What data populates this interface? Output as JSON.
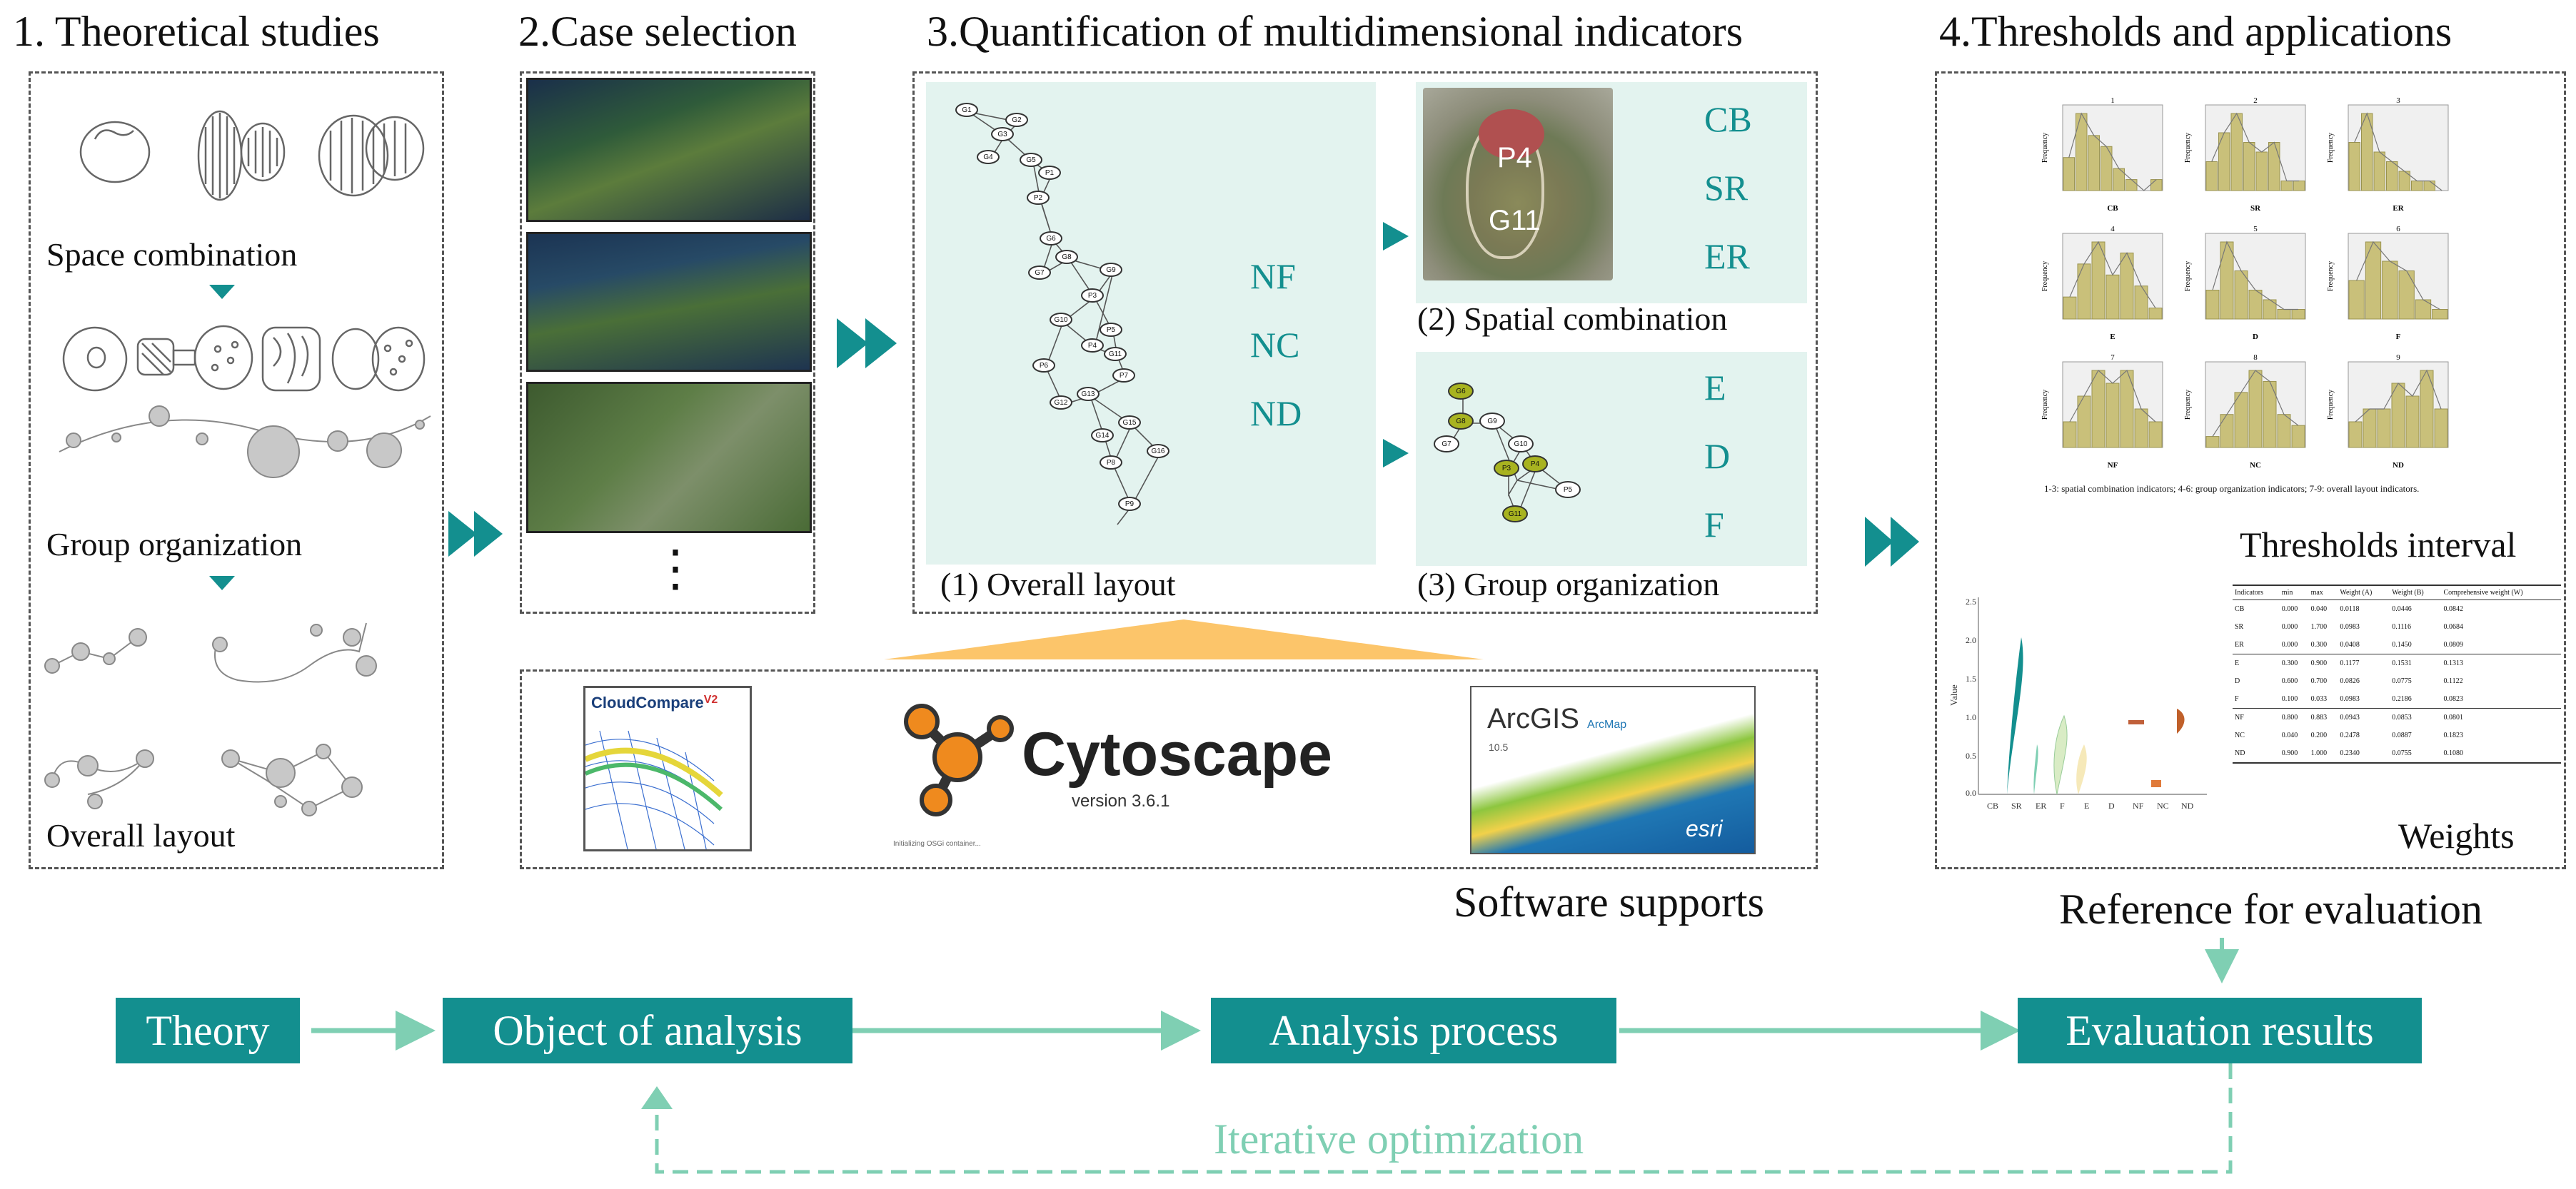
{
  "headers": {
    "theory": "1. Theoretical studies",
    "cases": "2.Case selection",
    "quant": "3.Quantification of multidimensional indicators",
    "thresholds": "4.Thresholds and applications"
  },
  "theory_panel": {
    "space_combination": "Space combination",
    "group_organization": "Group organization",
    "overall_layout": "Overall layout"
  },
  "case_panel": {
    "more": "⋮"
  },
  "quant_panel": {
    "overall_layout_caption": "(1) Overall layout",
    "spatial_combination_caption": "(2) Spatial combination",
    "group_organization_caption": "(3) Group organization",
    "layout_indicators": [
      "NF",
      "NC",
      "ND"
    ],
    "spatial_indicators": [
      "CB",
      "SR",
      "ER"
    ],
    "group_indicators": [
      "E",
      "D",
      "F"
    ],
    "map_labels": [
      "P4",
      "G11"
    ],
    "network_nodes": [
      "G1",
      "G2",
      "G3",
      "G4",
      "G5",
      "P1",
      "P2",
      "G6",
      "G7",
      "G8",
      "P3",
      "G9",
      "G10",
      "P4",
      "P5",
      "G11",
      "P6",
      "P7",
      "G12",
      "G13",
      "G15",
      "G14",
      "P8",
      "G16",
      "P9"
    ]
  },
  "software": {
    "title": "Software supports",
    "cloudcompare": {
      "name": "CloudCompare",
      "version": "V2"
    },
    "cytoscape": {
      "name": "Cytoscape",
      "version": "version 3.6.1",
      "status": "Initializing OSGi container..."
    },
    "arcgis": {
      "name": "ArcGIS",
      "product": "ArcMap",
      "version": "10.5",
      "brand": "esri"
    }
  },
  "thresholds_panel": {
    "thresholds_interval": "Thresholds interval",
    "weights": "Weights",
    "histogram_ids": [
      "1",
      "2",
      "3",
      "4",
      "5",
      "6",
      "7",
      "8",
      "9"
    ],
    "histogram_xlabels": [
      "CB",
      "SR",
      "ER",
      "E",
      "D",
      "F",
      "NF",
      "NC",
      "ND"
    ],
    "histogram_caption": "1-3: spatial combination indicators; 4-6: group organization indicators; 7-9: overall layout indicators.",
    "violin_ylabel": "Value",
    "violin_categories": [
      "CB",
      "SR",
      "ER",
      "F",
      "E",
      "D",
      "NF",
      "NC",
      "ND"
    ]
  },
  "weights_table": {
    "columns": [
      "Indicators",
      "min",
      "max",
      "Weight (A)",
      "Weight (B)",
      "Comprehensive weight (W)"
    ],
    "rows": [
      [
        "CB",
        "0.000",
        "0.040",
        "0.0118",
        "0.0446",
        "0.0842"
      ],
      [
        "SR",
        "0.000",
        "1.700",
        "0.0983",
        "0.1116",
        "0.0684"
      ],
      [
        "ER",
        "0.000",
        "0.300",
        "0.0408",
        "0.1450",
        "0.0809"
      ],
      [
        "E",
        "0.300",
        "0.900",
        "0.1177",
        "0.1531",
        "0.1313"
      ],
      [
        "D",
        "0.600",
        "0.700",
        "0.0826",
        "0.0775",
        "0.1122"
      ],
      [
        "F",
        "0.100",
        "0.033",
        "0.0983",
        "0.2186",
        "0.0823"
      ],
      [
        "NF",
        "0.800",
        "0.883",
        "0.0943",
        "0.0853",
        "0.0801"
      ],
      [
        "NC",
        "0.040",
        "0.200",
        "0.2478",
        "0.0887",
        "0.1823"
      ],
      [
        "ND",
        "0.900",
        "1.000",
        "0.2340",
        "0.0755",
        "0.1080"
      ]
    ]
  },
  "bottom_flow": {
    "reference": "Reference for evaluation",
    "steps": [
      "Theory",
      "Object of analysis",
      "Analysis process",
      "Evaluation results"
    ],
    "feedback": "Iterative optimization"
  },
  "colors": {
    "teal": "#138f8f",
    "mint": "#e3f3ef",
    "light_teal": "#7fcfb3",
    "olive": "#c9c07a",
    "cytoscape_orange": "#ef8a1e"
  },
  "chart_data": [
    {
      "type": "bar",
      "title": "1",
      "xlabel": "CB",
      "ylabel": "Frequency",
      "values": [
        3,
        7,
        5,
        4,
        2,
        1,
        0,
        1
      ]
    },
    {
      "type": "bar",
      "title": "2",
      "xlabel": "SR",
      "ylabel": "Frequency",
      "values": [
        3,
        6,
        8,
        5,
        4,
        5,
        1,
        1
      ]
    },
    {
      "type": "bar",
      "title": "3",
      "xlabel": "ER",
      "ylabel": "Frequency",
      "values": [
        5,
        8,
        4,
        3,
        2,
        1,
        1,
        0
      ]
    },
    {
      "type": "bar",
      "title": "4",
      "xlabel": "E",
      "ylabel": "Frequency",
      "values": [
        2,
        5,
        7,
        4,
        6,
        3,
        1
      ]
    },
    {
      "type": "bar",
      "title": "5",
      "xlabel": "D",
      "ylabel": "Frequency",
      "values": [
        3,
        8,
        5,
        3,
        2,
        1,
        1
      ]
    },
    {
      "type": "bar",
      "title": "6",
      "xlabel": "F",
      "ylabel": "Frequency",
      "values": [
        4,
        8,
        6,
        5,
        2,
        1
      ]
    },
    {
      "type": "bar",
      "title": "7",
      "xlabel": "NF",
      "ylabel": "Frequency",
      "values": [
        2,
        4,
        6,
        5,
        6,
        3,
        2
      ]
    },
    {
      "type": "bar",
      "title": "8",
      "xlabel": "NC",
      "ylabel": "Frequency",
      "values": [
        1,
        3,
        5,
        7,
        6,
        3,
        2
      ]
    },
    {
      "type": "bar",
      "title": "9",
      "xlabel": "ND",
      "ylabel": "Frequency",
      "values": [
        2,
        3,
        3,
        5,
        4,
        6,
        3
      ]
    }
  ]
}
